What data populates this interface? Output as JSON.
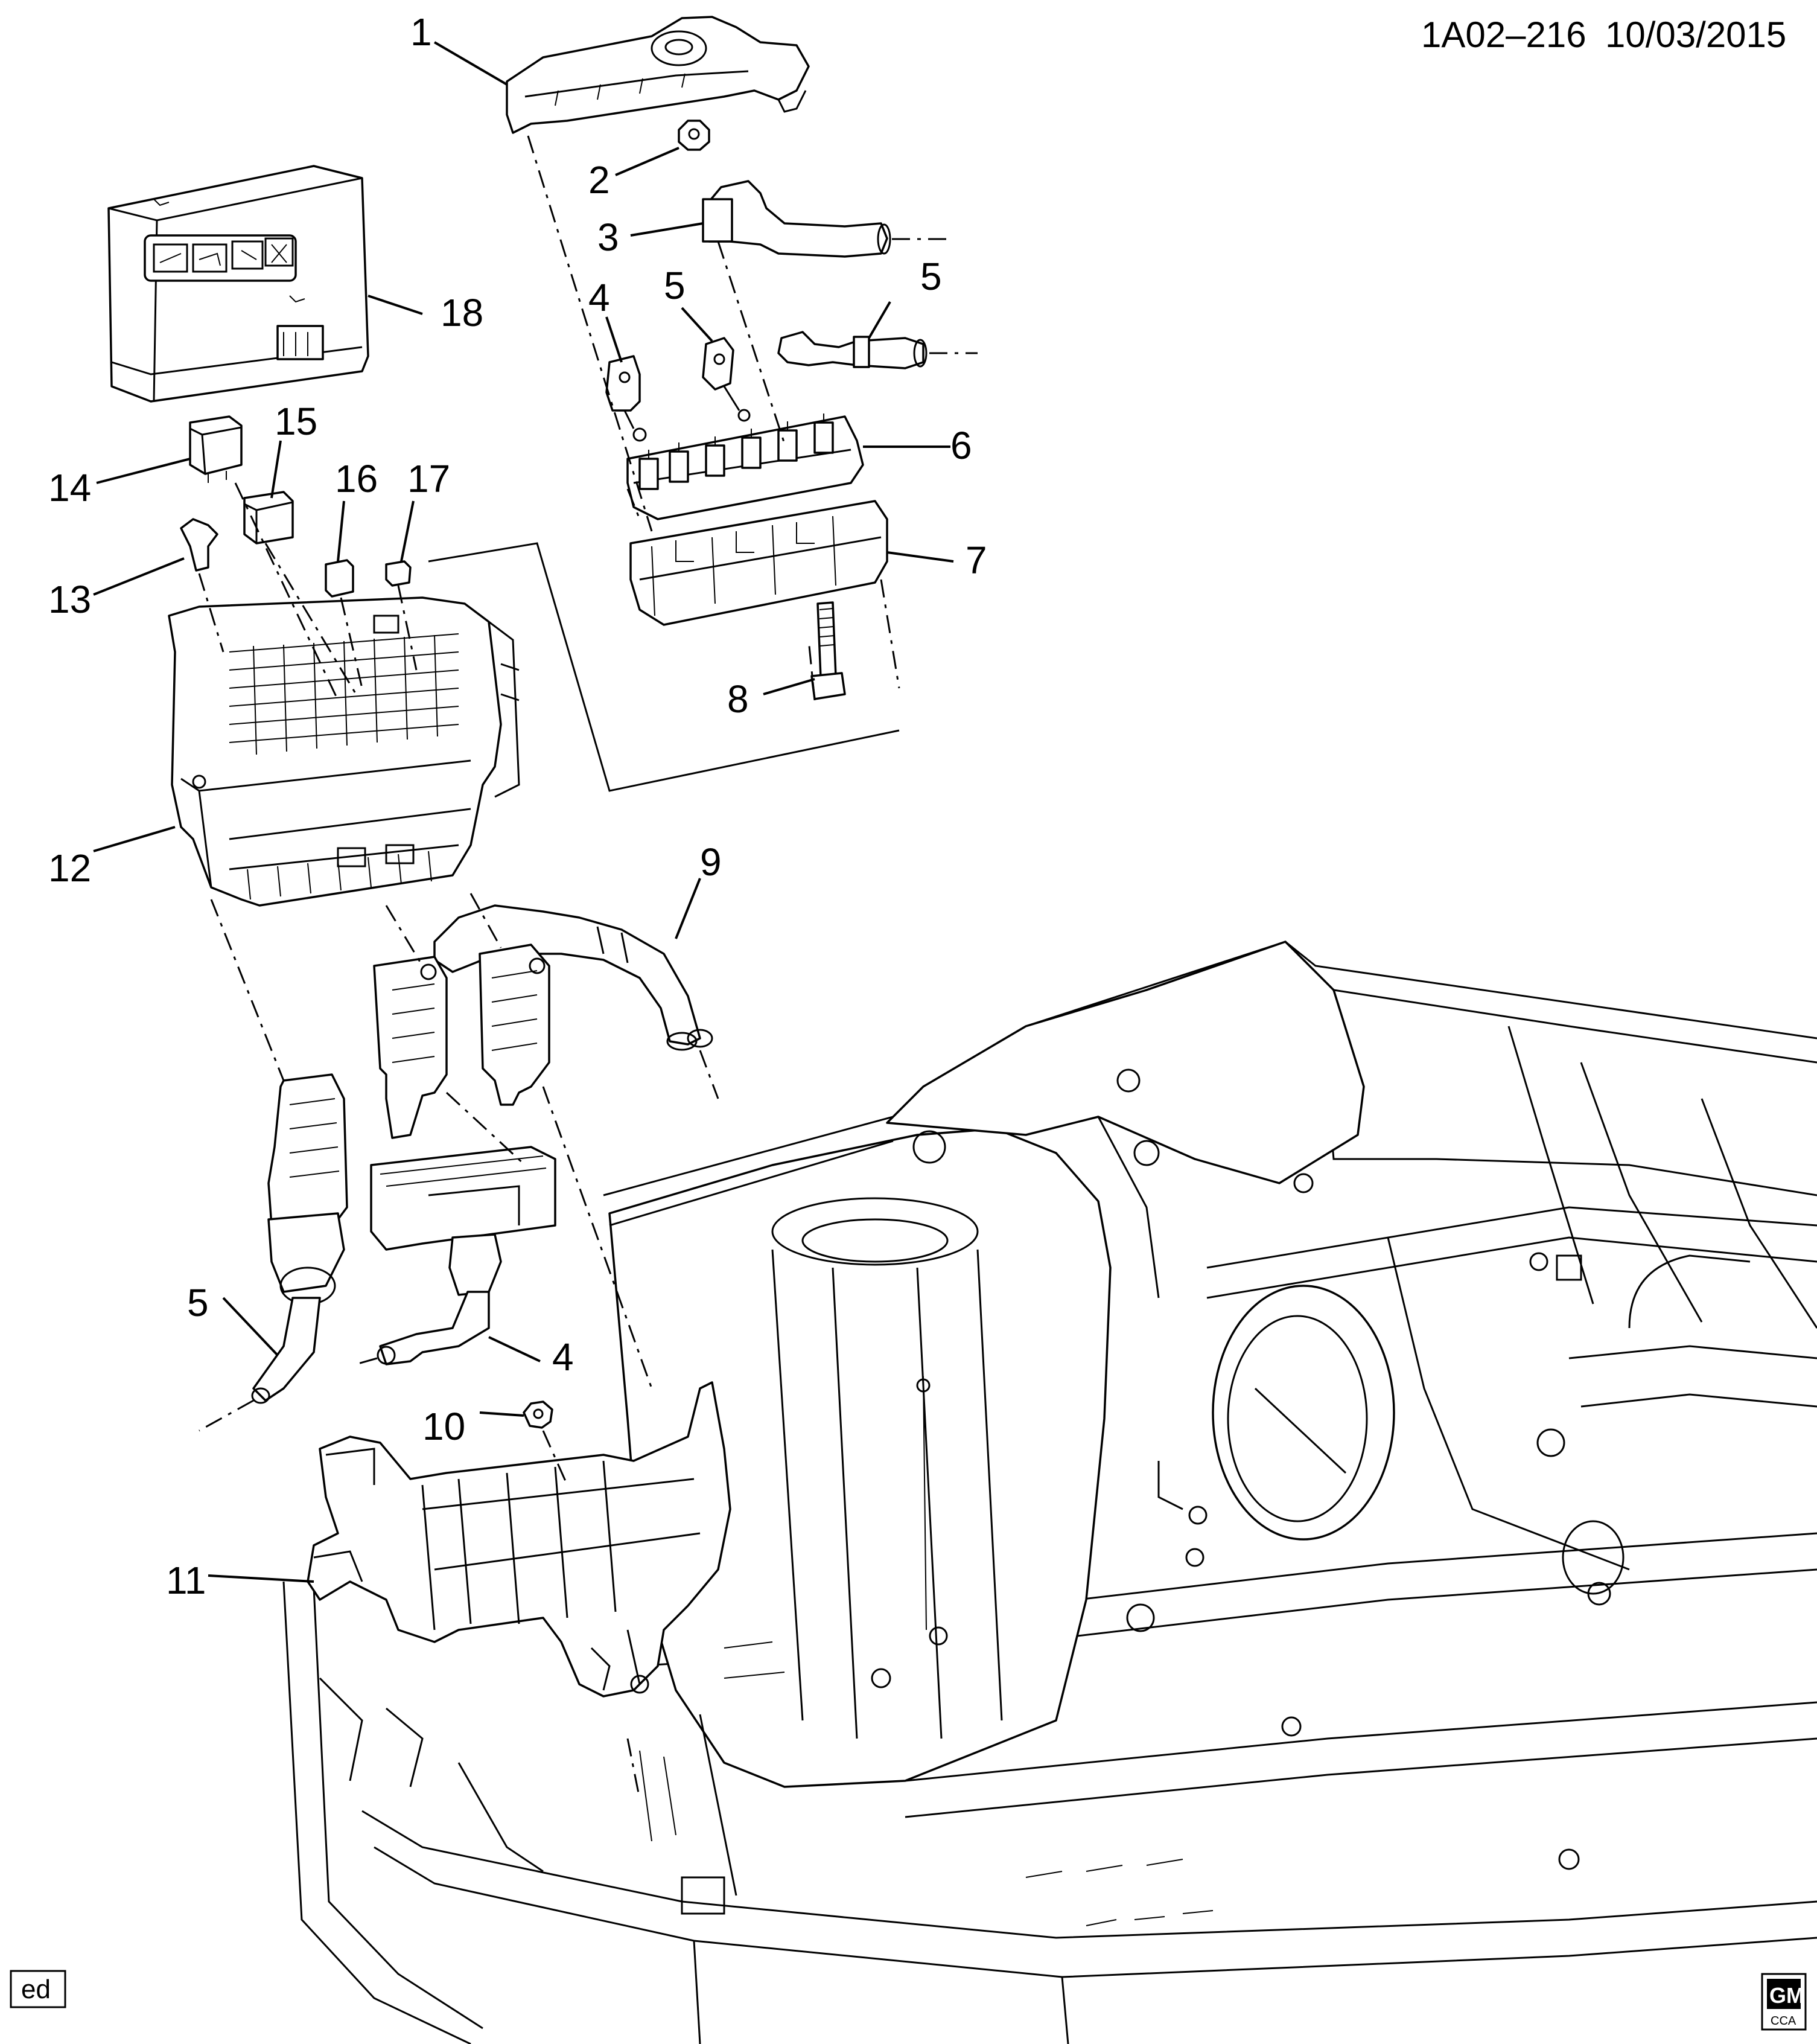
{
  "header": {
    "diagram_id": "1A02–216",
    "date": "10/03/2015"
  },
  "callouts": [
    {
      "id": "c1",
      "label": "1"
    },
    {
      "id": "c2",
      "label": "2"
    },
    {
      "id": "c3",
      "label": "3"
    },
    {
      "id": "c4a",
      "label": "4"
    },
    {
      "id": "c5a",
      "label": "5"
    },
    {
      "id": "c5b",
      "label": "5"
    },
    {
      "id": "c6",
      "label": "6"
    },
    {
      "id": "c7",
      "label": "7"
    },
    {
      "id": "c8",
      "label": "8"
    },
    {
      "id": "c9",
      "label": "9"
    },
    {
      "id": "c10",
      "label": "10"
    },
    {
      "id": "c11",
      "label": "11"
    },
    {
      "id": "c12",
      "label": "12"
    },
    {
      "id": "c13",
      "label": "13"
    },
    {
      "id": "c14",
      "label": "14"
    },
    {
      "id": "c15",
      "label": "15"
    },
    {
      "id": "c16",
      "label": "16"
    },
    {
      "id": "c17",
      "label": "17"
    },
    {
      "id": "c18",
      "label": "18"
    },
    {
      "id": "c5c",
      "label": "5"
    },
    {
      "id": "c4b",
      "label": "4"
    }
  ],
  "footer": {
    "tag": "ed",
    "logo_text": "GM",
    "logo_subtext": "CCA"
  }
}
